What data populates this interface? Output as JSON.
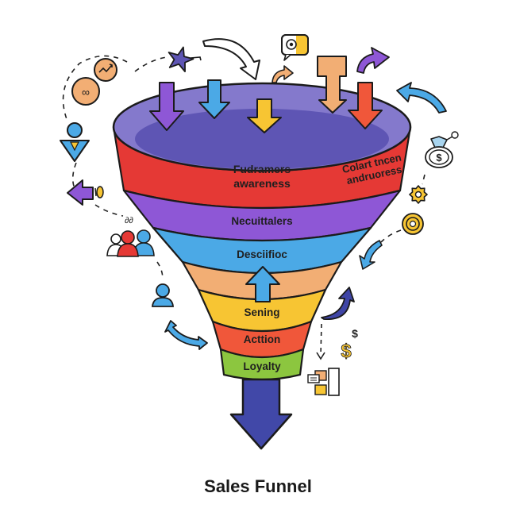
{
  "title": "Sales Funnel",
  "stages": [
    {
      "label_lines": [
        "Fudramers",
        "awareness"
      ],
      "color": "#E53935"
    },
    {
      "label_lines": [
        "Necuittalers"
      ],
      "color": "#8E57D6"
    },
    {
      "label_lines": [
        "Desciifioc"
      ],
      "color": "#4BA9E6"
    },
    {
      "label_lines": [
        ""
      ],
      "color": "#F2AE74"
    },
    {
      "label_lines": [
        "Sening"
      ],
      "color": "#F7C533"
    },
    {
      "label_lines": [
        "Acttion"
      ],
      "color": "#F0573A"
    },
    {
      "label_lines": [
        "Loyalty"
      ],
      "color": "#8CC63F"
    }
  ],
  "side_label": [
    "Colart tncen",
    "andruoress"
  ],
  "colors": {
    "rim_top": "#8479CC",
    "rim_inner": "#5E55B4",
    "outline": "#1b1b1b",
    "output_arrow": "#4148A8",
    "purple": "#8E57D6",
    "blue": "#4BA9E6",
    "yellow": "#F7C533",
    "orange_light": "#F2AE74",
    "orange_red": "#F0573A",
    "navy": "#3F45A6",
    "red": "#E53935"
  },
  "icons": {
    "dollar_small": "$",
    "dollar_large": "$",
    "moneybag_symbol": "$"
  }
}
